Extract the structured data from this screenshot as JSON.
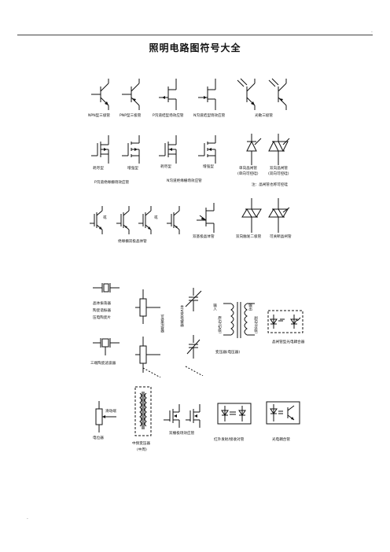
{
  "page": {
    "title": "照明电路图符号大全",
    "corner_top": ".",
    "corner_bottom": "."
  },
  "row1": {
    "npn": "NPN型三极管",
    "pnp": "PNP型三极管",
    "p_jfet": "P沟道结型场效应管",
    "n_jfet": "N沟道结型场效应管",
    "photo_transistor": "光敏三极管"
  },
  "row2": {
    "depletion": "耗尽型",
    "enhancement1": "增强型",
    "depletion2": "耗尽型",
    "enhancement2": "增强型",
    "p_mos": "P沟道绝缘栅场效应管",
    "n_mos": "N沟道绝缘栅场效应管",
    "uni_thyristor": "单向晶闸管",
    "uni_thyristor_sub": "(单向可控硅)",
    "bi_thyristor": "双向晶闸管",
    "bi_thyristor_sub": "(双向可控硅)",
    "note": "注：晶闸管也称可控硅"
  },
  "row3": {
    "or1": "或",
    "or2": "或",
    "igbt": "绝缘栅双极晶体管",
    "dual_base": "双基极晶体管",
    "diac": "双向触发二极管",
    "scr_triac": "可关断晶闸管"
  },
  "section2": {
    "crystal": "晶体振荡器",
    "ceramic_res": "陶瓷谐振器",
    "piezo": "压电陶瓷片",
    "three_term_filter": "三端陶瓷滤波器",
    "variable_cap": "可变电容器",
    "trimmer_cap": "半可变电容器",
    "input": "输入",
    "primary": "原边(初级)",
    "output": "输出",
    "secondary": "副边(次级)",
    "transformer": "变压器(电压器)",
    "optocoupler": "晶闸管型光电耦合器",
    "slider": "滑动端",
    "potentiometer": "电位器",
    "if_transformer": "中频变压器",
    "if_transformer_sub": "(中周)",
    "dual_gate_fet": "双栅极场效应管",
    "ir_pair": "红外发射/接收对管",
    "photo_coupler": "光电耦合管"
  }
}
